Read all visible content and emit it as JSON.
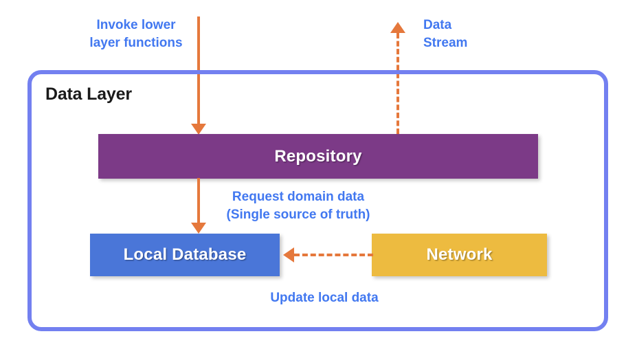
{
  "diagram": {
    "container": {
      "title": "Data Layer",
      "border_color": "#7380f0"
    },
    "nodes": [
      {
        "id": "repository",
        "label": "Repository",
        "color": "#7c3a87"
      },
      {
        "id": "local-database",
        "label": "Local Database",
        "color": "#4a76d8"
      },
      {
        "id": "network",
        "label": "Network",
        "color": "#edbb40"
      }
    ],
    "connectors": [
      {
        "id": "invoke-lower-layer-functions",
        "label": "Invoke lower\nlayer functions",
        "style": "solid",
        "direction": "down",
        "color": "#e5783c",
        "label_color": "#4278f0"
      },
      {
        "id": "data-stream",
        "label": "Data\nStream",
        "style": "dashed",
        "direction": "up",
        "color": "#e5783c",
        "label_color": "#4278f0"
      },
      {
        "id": "request-domain-data",
        "label": "Request domain data\n(Single source of truth)",
        "style": "solid",
        "direction": "down",
        "color": "#e5783c",
        "label_color": "#4278f0"
      },
      {
        "id": "update-local-data",
        "label": "Update local data",
        "style": "dashed",
        "direction": "left",
        "color": "#e5783c",
        "label_color": "#4278f0"
      }
    ]
  }
}
